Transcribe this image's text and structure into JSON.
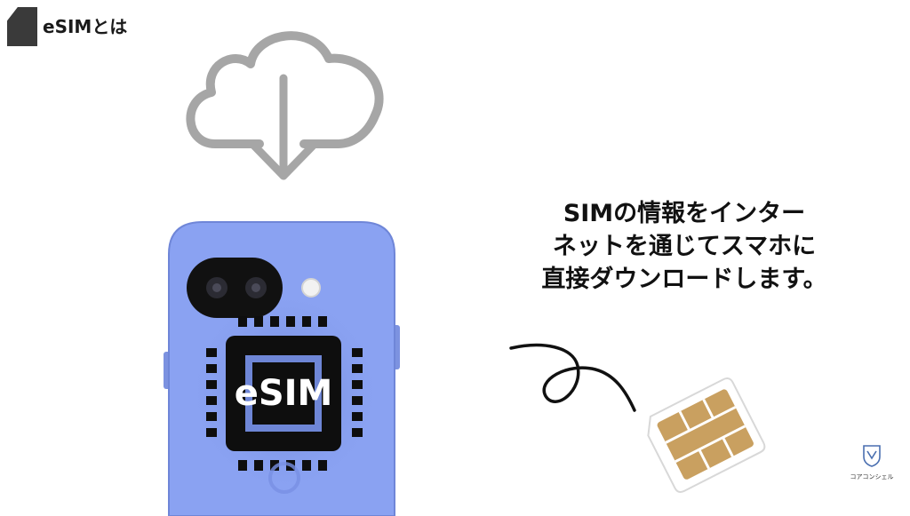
{
  "header": {
    "title": "eSIMとは"
  },
  "chip": {
    "label": "eSIM"
  },
  "caption": {
    "lines": [
      "SIMの情報をインター",
      "ネットを通じてスマホに",
      "直接ダウンロードします。"
    ]
  },
  "logo": {
    "text": "コアコンシェル"
  },
  "colors": {
    "phone_body": "#8aa2f2",
    "cloud_stroke": "#a6a6a6",
    "chip_dark": "#0e0e0e",
    "sim_gold": "#c9a060"
  }
}
